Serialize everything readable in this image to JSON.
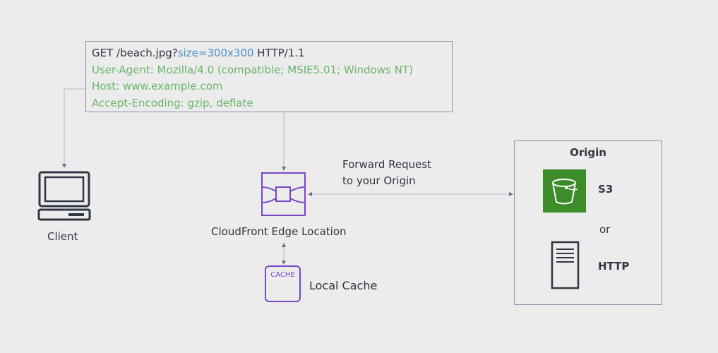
{
  "request": {
    "line1_a": "GET /beach.jpg?",
    "line1_b": "size=300x300",
    "line1_c": " HTTP/1.1",
    "line2": "User-Agent: Mozilla/4.0 (compatible; MSIE5.01; Windows NT)",
    "line3": "Host: www.example.com",
    "line4": "Accept-Encoding: gzip, deflate"
  },
  "client": {
    "label": "Client",
    "icon": "laptop-icon"
  },
  "edge": {
    "label": "CloudFront Edge Location",
    "icon": "cloudfront-edge-icon"
  },
  "forward": {
    "line1": "Forward Request",
    "line2": "to your Origin"
  },
  "cache": {
    "icon_text": "CACHE",
    "label": "Local Cache"
  },
  "origin": {
    "title": "Origin",
    "s3_label": "S3",
    "or_label": "or",
    "http_label": "HTTP",
    "s3_icon": "s3-bucket-icon",
    "http_icon": "server-icon"
  },
  "colors": {
    "background": "#ececec",
    "text_dark": "#2f3744",
    "text_blue": "#4a90c8",
    "text_green": "#6cb46c",
    "purple": "#7a47c8",
    "s3_green": "#3c8d2a",
    "line": "#8e90ad"
  }
}
